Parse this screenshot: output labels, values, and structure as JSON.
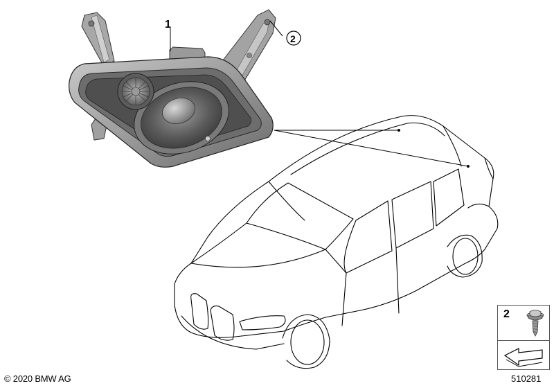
{
  "callouts": {
    "part_1": "1",
    "part_2": "2"
  },
  "legend": {
    "item_number": "2",
    "screw_icon": "screw-icon",
    "arrow_icon": "arrow-icon"
  },
  "footer": {
    "copyright": "© 2020 BMW AG",
    "diagram_id": "510281"
  },
  "colors": {
    "line": "#000000",
    "speaker_dark": "#5e5e5e",
    "speaker_mid": "#8a8a8a",
    "speaker_light": "#b8b8b8"
  }
}
